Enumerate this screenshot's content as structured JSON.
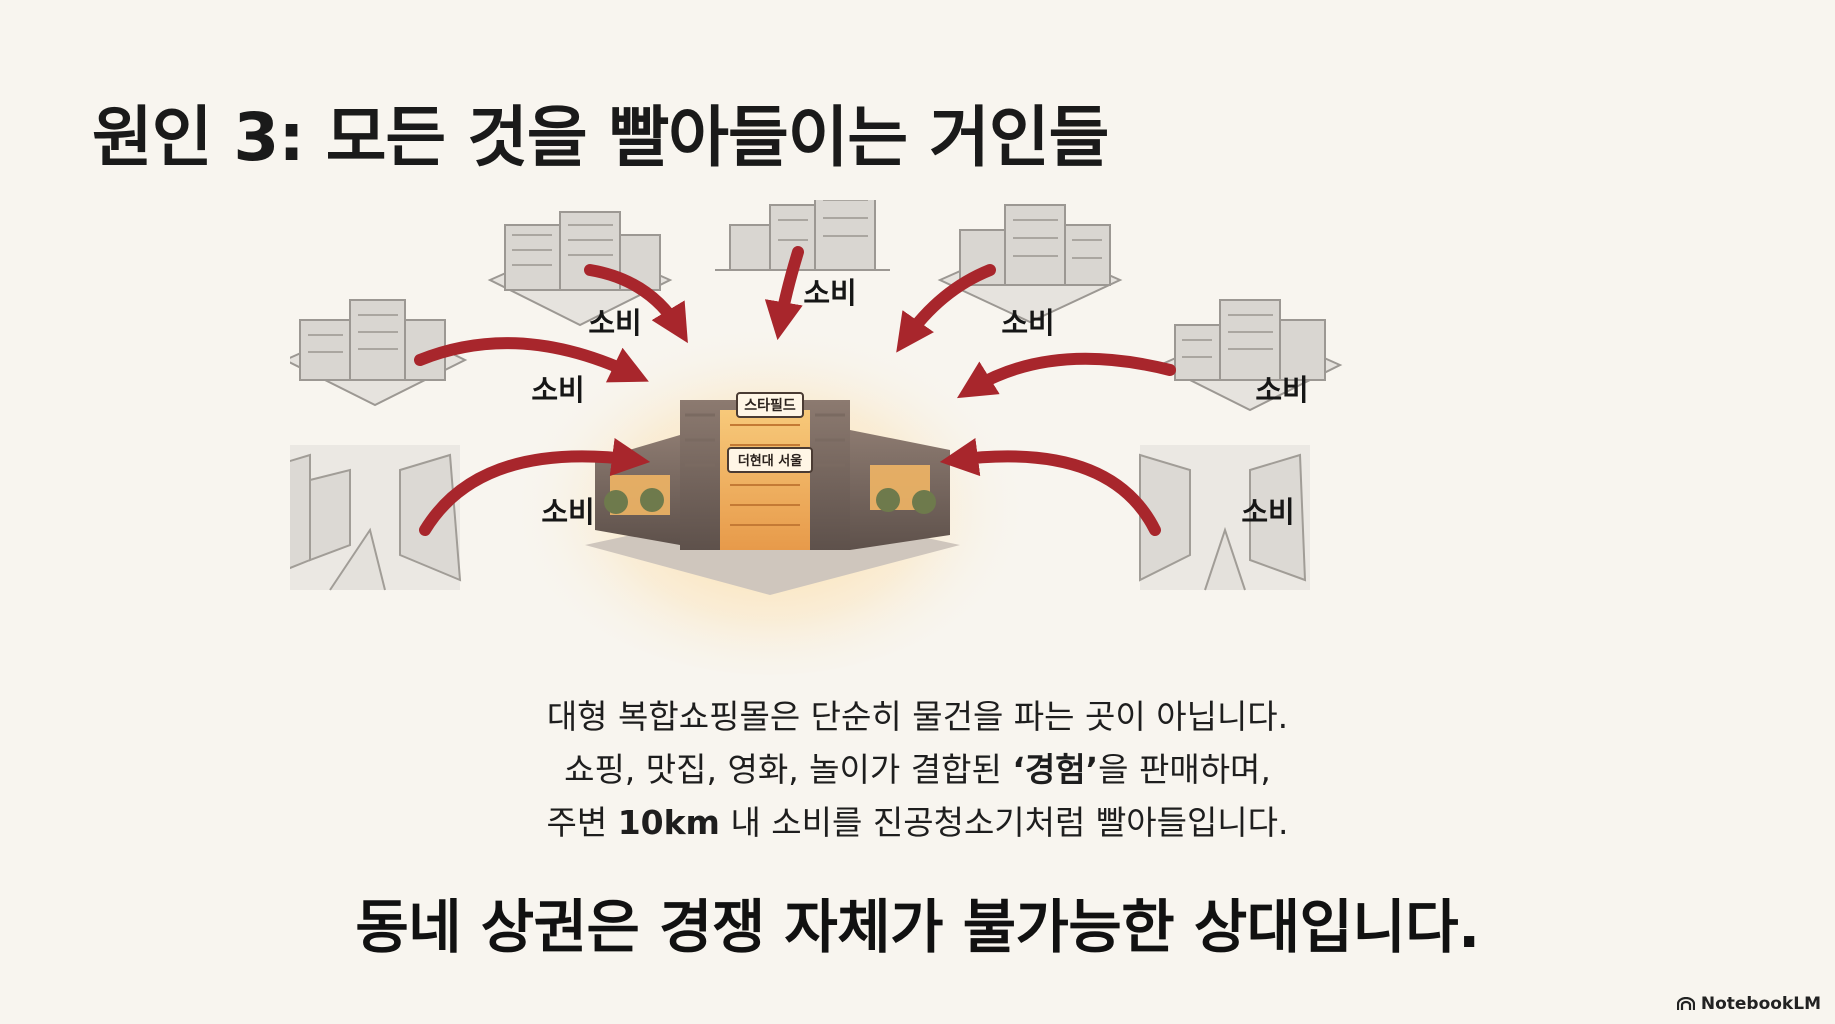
{
  "title": "원인 3: 모든 것을 빨아들이는 거인들",
  "illustration": {
    "mall_sign_top": "스타필드",
    "mall_sign_bottom": "더현대 서울",
    "arrow_label": "소비",
    "arrow_color": "#a8262c"
  },
  "body": {
    "line1": "대형 복합쇼핑몰은 단순히 물건을 파는 곳이 아닙니다.",
    "line2_before": "쇼핑, 맛집, 영화, 놀이가 결합된 ",
    "line2_bold": "‘경험’",
    "line2_after": "을 판매하며,",
    "line3_before": "주변 ",
    "line3_bold": "10km",
    "line3_after": " 내 소비를 진공청소기처럼 빨아들입니다."
  },
  "conclusion": "동네 상권은 경쟁 자체가 불가능한 상대입니다.",
  "brand": {
    "name": "NotebookLM",
    "icon": "notebooklm-logo-icon"
  }
}
